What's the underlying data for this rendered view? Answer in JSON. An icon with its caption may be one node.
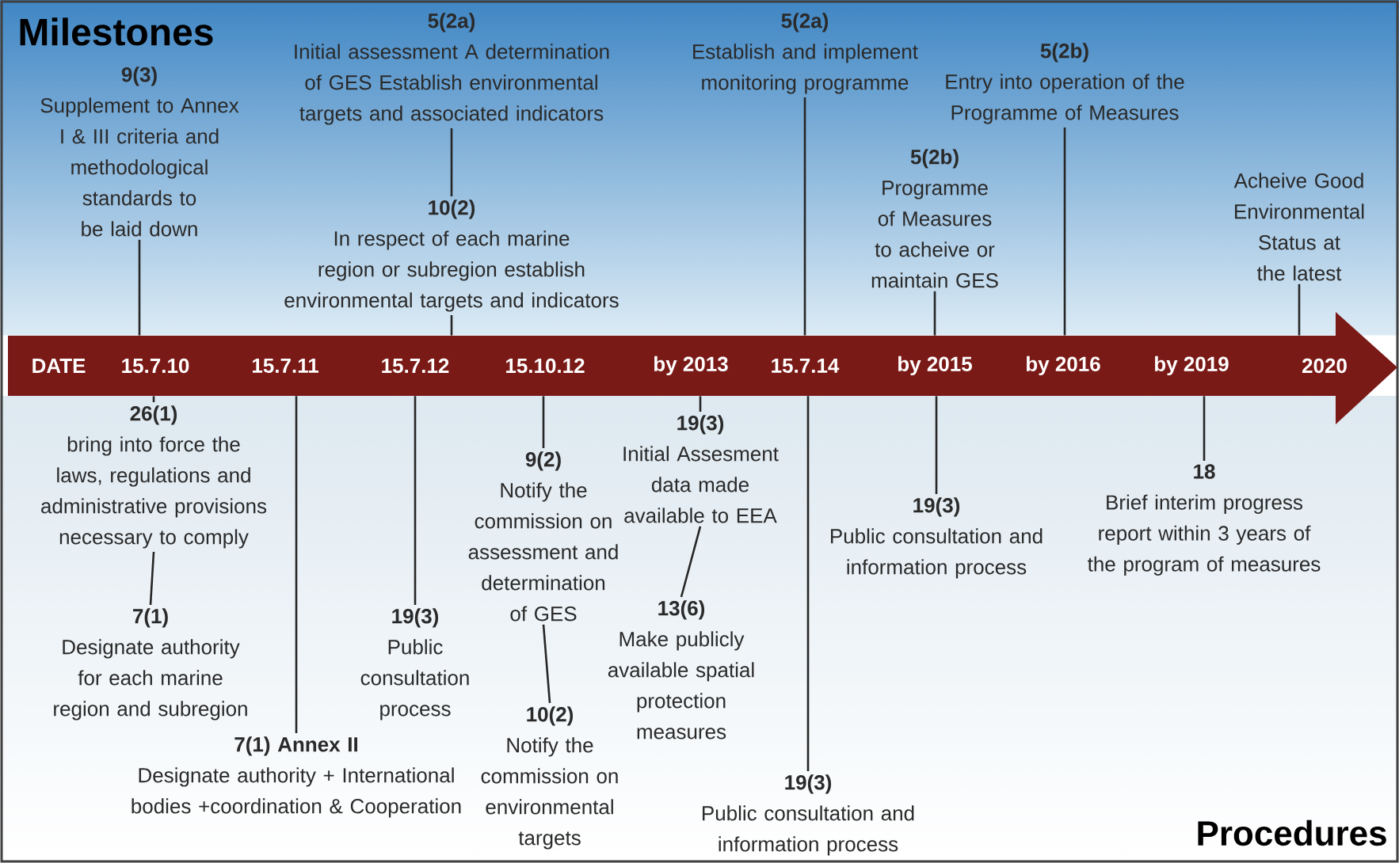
{
  "diagram": {
    "nodes": [
      {
        "text": [
          "DATE",
          "15.7.10",
          "15.7.11",
          "15.7.12",
          "15.10.12",
          "by 2013",
          "15.7.14",
          "by 2015",
          "by 2016",
          "by 2019",
          "2020"
        ]
      },
      {
        "text": [
          "9(3)",
          "Supplement to Annex I & III criteria and methodological standards to be laid down"
        ]
      },
      {
        "text": [
          "5(2a)",
          "Initial assessment A determination of GES Establish environmental targets and associated indicators"
        ]
      },
      {
        "text": [
          "10(2)",
          "In respect of each marine region or subregion establish environmental targets and indicators"
        ]
      },
      {
        "text": [
          "5(2a)",
          "Establish and implement monitoring programme"
        ]
      },
      {
        "text": [
          "5(2b)",
          "Programme of Measures to acheive or maintain GES"
        ]
      },
      {
        "text": [
          "5(2b)",
          "Entry into operation of the Programme of Measures"
        ]
      },
      {
        "text": [
          "Acheive Good Environmental Status at the latest"
        ]
      },
      {
        "text": [
          "26(1)",
          "bring into force the laws, regulations and administrative provisions necessary to comply"
        ]
      },
      {
        "text": [
          "7(1)",
          "Designate authority for each marine region and subregion"
        ]
      },
      {
        "text": [
          "7(1) Annex II",
          "Designate authority + International bodies +coordination & Cooperation"
        ]
      },
      {
        "text": [
          "19(3)",
          "Public consultation process"
        ]
      },
      {
        "text": [
          "9(2)",
          "Notify the commission on assessment and determination of GES"
        ]
      },
      {
        "text": [
          "10(2)",
          "Notify the commission on environmental targets"
        ]
      },
      {
        "text": [
          "19(3)",
          "Initial Assesment data made available to EEA"
        ]
      },
      {
        "text": [
          "13(6)",
          "Make publicly available spatial protection measures"
        ]
      },
      {
        "text": [
          "19(3)",
          "Public consultation and information process"
        ]
      },
      {
        "text": [
          "19(3)",
          "Public consultation and information process"
        ]
      },
      {
        "text": [
          "18",
          "Brief interim progress report within 3 years of the program of measures"
        ]
      }
    ],
    "edges": [
      {
        "from": 1,
        "to": 0,
        "arrow": "none"
      },
      {
        "from": 2,
        "to": 3,
        "arrow": "none"
      },
      {
        "from": 3,
        "to": 0,
        "arrow": "none"
      },
      {
        "from": 4,
        "to": 0,
        "arrow": "none"
      },
      {
        "from": 5,
        "to": 0,
        "arrow": "none"
      },
      {
        "from": 6,
        "to": 0,
        "arrow": "none"
      },
      {
        "from": 7,
        "to": 0,
        "arrow": "none"
      },
      {
        "from": 0,
        "to": 8,
        "arrow": "none"
      },
      {
        "from": 8,
        "to": 9,
        "arrow": "none"
      },
      {
        "from": 0,
        "to": 10,
        "arrow": "none"
      },
      {
        "from": 0,
        "to": 11,
        "arrow": "none"
      },
      {
        "from": 0,
        "to": 12,
        "arrow": "none"
      },
      {
        "from": 12,
        "to": 13,
        "arrow": "none"
      },
      {
        "from": 0,
        "to": 14,
        "arrow": "none"
      },
      {
        "from": 14,
        "to": 15,
        "arrow": "none"
      },
      {
        "from": 0,
        "to": 16,
        "arrow": "none"
      },
      {
        "from": 0,
        "to": 17,
        "arrow": "none"
      },
      {
        "from": 0,
        "to": 18,
        "arrow": "none"
      }
    ],
    "labels": [
      "Milestones",
      "Procedures"
    ]
  }
}
